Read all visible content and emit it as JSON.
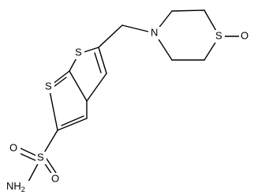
{
  "molecule": {
    "atoms": {
      "s_thiophene_upper": "S",
      "s_thiophene_lower": "S",
      "n_thiomorpholine": "N",
      "s_thiomorpholine": "S",
      "o_sulfoxide": "O",
      "s_sulfonyl": "S",
      "o_sulfonyl_1": "O",
      "o_sulfonyl_2": "O",
      "n_amide": "NH",
      "n_amide_subscript": "2"
    }
  }
}
